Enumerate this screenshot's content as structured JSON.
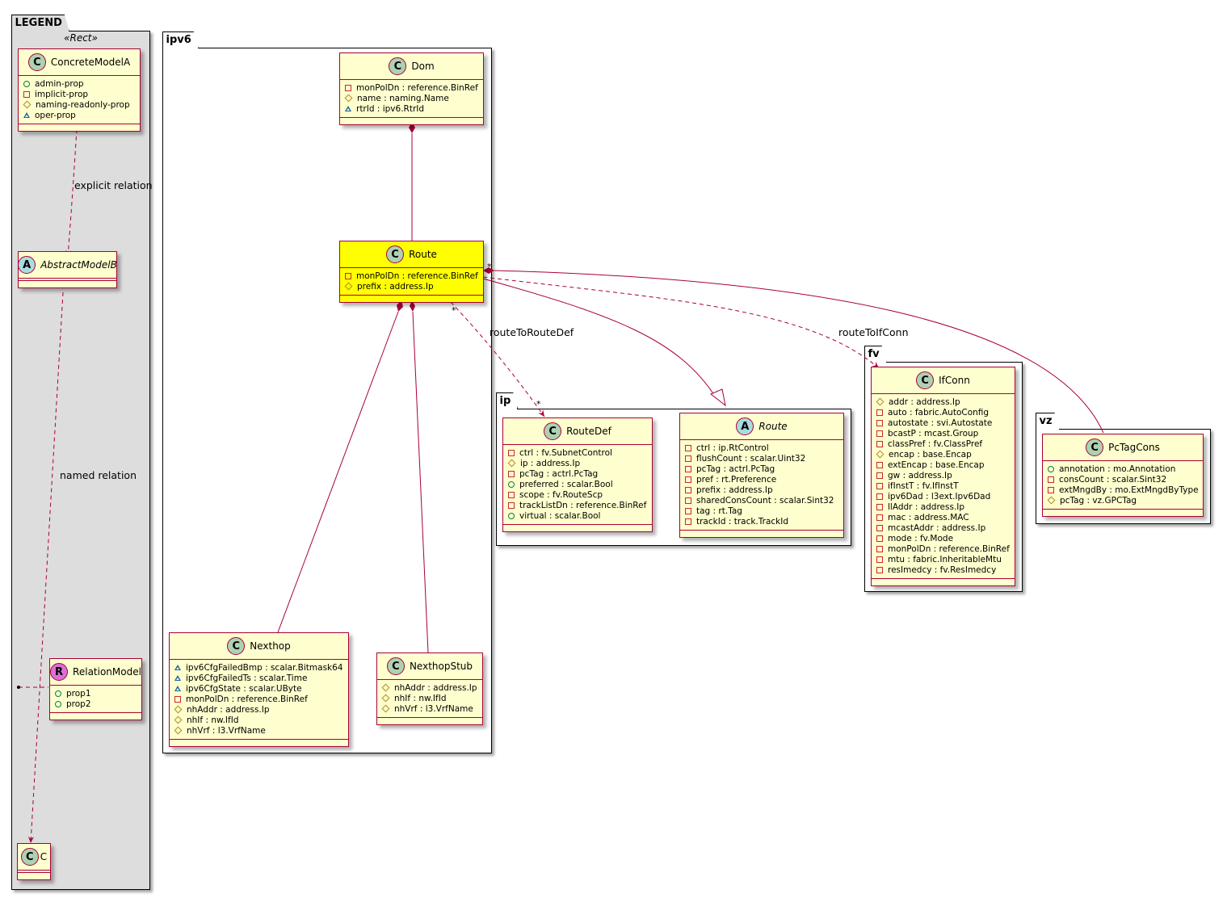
{
  "colors": {
    "class_fill": "#fefece",
    "class_border": "#a80036",
    "highlight_fill": "#ffff00",
    "legend_fill": "#dddddd",
    "class_icon": "#add1b2",
    "abstract_icon": "#a9dcdf",
    "relation_icon": "#da70d6"
  },
  "packages": {
    "legend": {
      "name": "LEGEND",
      "stereotype": "«Rect»"
    },
    "ipv6": {
      "name": "ipv6"
    },
    "ip": {
      "name": "ip"
    },
    "fv": {
      "name": "fv"
    },
    "vz": {
      "name": "vz"
    }
  },
  "legend": {
    "concrete": {
      "name": "ConcreteModelA",
      "icon": "C",
      "attrs": [
        {
          "vis": "public",
          "text": "admin-prop"
        },
        {
          "vis": "private",
          "text": "implicit-prop"
        },
        {
          "vis": "protected",
          "text": "naming-readonly-prop"
        },
        {
          "vis": "package",
          "text": "oper-prop"
        }
      ]
    },
    "abstract": {
      "name": "AbstractModelB",
      "icon": "A"
    },
    "relation": {
      "name": "RelationModel",
      "icon": "R",
      "attrs": [
        {
          "vis": "public",
          "text": "prop1"
        },
        {
          "vis": "public",
          "text": "prop2"
        }
      ]
    },
    "c": {
      "name": "C",
      "icon": "C"
    },
    "explicit_label": "explicit relation",
    "named_label": "named relation"
  },
  "ipv6": {
    "dom": {
      "name": "Dom",
      "icon": "C",
      "attrs": [
        {
          "vis": "private",
          "text": "monPolDn : reference.BinRef"
        },
        {
          "vis": "protected",
          "text": "name : naming.Name"
        },
        {
          "vis": "package",
          "text": "rtrId : ipv6.RtrId"
        }
      ]
    },
    "route": {
      "name": "Route",
      "icon": "C",
      "attrs": [
        {
          "vis": "private",
          "text": "monPolDn : reference.BinRef"
        },
        {
          "vis": "protected",
          "text": "prefix : address.Ip"
        }
      ]
    },
    "nexthop": {
      "name": "Nexthop",
      "icon": "C",
      "attrs": [
        {
          "vis": "package",
          "text": "ipv6CfgFailedBmp : scalar.Bitmask64"
        },
        {
          "vis": "package",
          "text": "ipv6CfgFailedTs : scalar.Time"
        },
        {
          "vis": "package",
          "text": "ipv6CfgState : scalar.UByte"
        },
        {
          "vis": "private",
          "text": "monPolDn : reference.BinRef"
        },
        {
          "vis": "protected",
          "text": "nhAddr : address.Ip"
        },
        {
          "vis": "protected",
          "text": "nhIf : nw.IfId"
        },
        {
          "vis": "protected",
          "text": "nhVrf : l3.VrfName"
        }
      ]
    },
    "nexthopstub": {
      "name": "NexthopStub",
      "icon": "C",
      "attrs": [
        {
          "vis": "protected",
          "text": "nhAddr : address.Ip"
        },
        {
          "vis": "protected",
          "text": "nhIf : nw.IfId"
        },
        {
          "vis": "protected",
          "text": "nhVrf : l3.VrfName"
        }
      ]
    }
  },
  "ip": {
    "routedef": {
      "name": "RouteDef",
      "icon": "C",
      "attrs": [
        {
          "vis": "private",
          "text": "ctrl : fv.SubnetControl"
        },
        {
          "vis": "protected",
          "text": "ip : address.Ip"
        },
        {
          "vis": "private",
          "text": "pcTag : actrl.PcTag"
        },
        {
          "vis": "public",
          "text": "preferred : scalar.Bool"
        },
        {
          "vis": "private",
          "text": "scope : fv.RouteScp"
        },
        {
          "vis": "private",
          "text": "trackListDn : reference.BinRef"
        },
        {
          "vis": "public",
          "text": "virtual : scalar.Bool"
        }
      ]
    },
    "route": {
      "name": "Route",
      "icon": "A",
      "attrs": [
        {
          "vis": "private",
          "text": "ctrl : ip.RtControl"
        },
        {
          "vis": "private",
          "text": "flushCount : scalar.Uint32"
        },
        {
          "vis": "private",
          "text": "pcTag : actrl.PcTag"
        },
        {
          "vis": "private",
          "text": "pref : rt.Preference"
        },
        {
          "vis": "private",
          "text": "prefix : address.Ip"
        },
        {
          "vis": "private",
          "text": "sharedConsCount : scalar.Sint32"
        },
        {
          "vis": "private",
          "text": "tag : rt.Tag"
        },
        {
          "vis": "private",
          "text": "trackId : track.TrackId"
        }
      ]
    }
  },
  "fv": {
    "ifconn": {
      "name": "IfConn",
      "icon": "C",
      "attrs": [
        {
          "vis": "protected",
          "text": "addr : address.Ip"
        },
        {
          "vis": "private",
          "text": "auto : fabric.AutoConfig"
        },
        {
          "vis": "private",
          "text": "autostate : svi.Autostate"
        },
        {
          "vis": "private",
          "text": "bcastP : mcast.Group"
        },
        {
          "vis": "private",
          "text": "classPref : fv.ClassPref"
        },
        {
          "vis": "protected",
          "text": "encap : base.Encap"
        },
        {
          "vis": "private",
          "text": "extEncap : base.Encap"
        },
        {
          "vis": "private",
          "text": "gw : address.Ip"
        },
        {
          "vis": "private",
          "text": "ifInstT : fv.IfInstT"
        },
        {
          "vis": "private",
          "text": "ipv6Dad : l3ext.Ipv6Dad"
        },
        {
          "vis": "private",
          "text": "llAddr : address.Ip"
        },
        {
          "vis": "private",
          "text": "mac : address.MAC"
        },
        {
          "vis": "private",
          "text": "mcastAddr : address.Ip"
        },
        {
          "vis": "private",
          "text": "mode : fv.Mode"
        },
        {
          "vis": "private",
          "text": "monPolDn : reference.BinRef"
        },
        {
          "vis": "private",
          "text": "mtu : fabric.InheritableMtu"
        },
        {
          "vis": "private",
          "text": "resImedcy : fv.ResImedcy"
        }
      ]
    }
  },
  "vz": {
    "pctagcons": {
      "name": "PcTagCons",
      "icon": "C",
      "attrs": [
        {
          "vis": "public",
          "text": "annotation : mo.Annotation"
        },
        {
          "vis": "private",
          "text": "consCount : scalar.Sint32"
        },
        {
          "vis": "private",
          "text": "extMngdBy : mo.ExtMngdByType"
        },
        {
          "vis": "protected",
          "text": "pcTag : vz.GPCTag"
        }
      ]
    }
  },
  "links": {
    "route_to_routedef": "routeToRouteDef",
    "route_to_ifconn": "routeToIfConn",
    "star": "*"
  }
}
